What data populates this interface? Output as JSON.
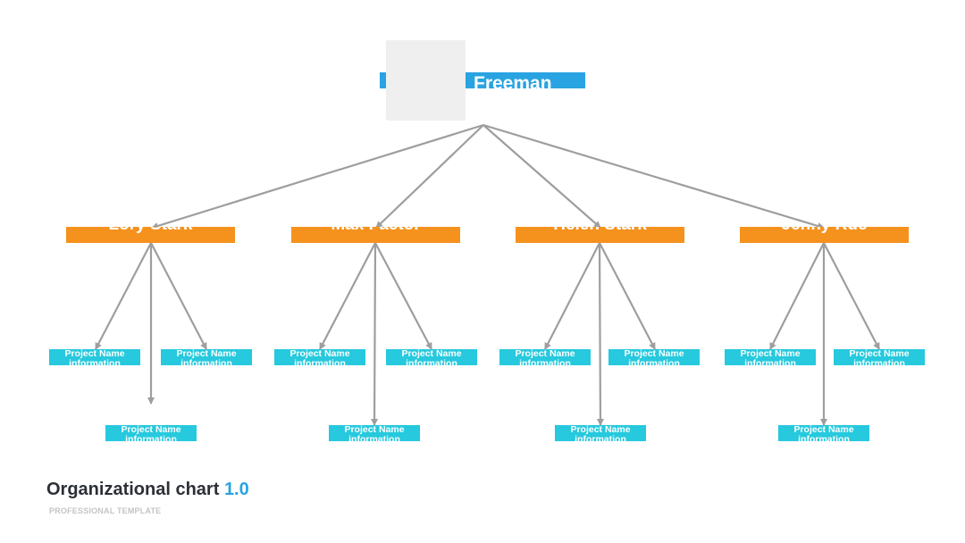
{
  "root": {
    "name": "Freeman"
  },
  "managers": [
    {
      "name": "Lory Stark"
    },
    {
      "name": "Max Factor"
    },
    {
      "name": "Helen Stark"
    },
    {
      "name": "Jenny Rue"
    }
  ],
  "project_box": {
    "title": "Project Name",
    "info": "information"
  },
  "footer": {
    "title": "Organizational chart",
    "version": "1.0",
    "subtitle": "PROFESSIONAL TEMPLATE"
  },
  "colors": {
    "root": "#29a3e2",
    "manager": "#f5921e",
    "project": "#26c9dd",
    "connector": "#9e9e9e"
  }
}
